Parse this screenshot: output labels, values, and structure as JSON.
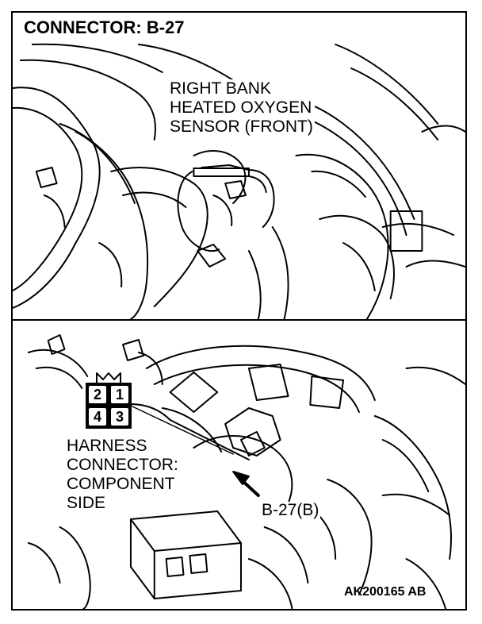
{
  "connector_title": "CONNECTOR: B-27",
  "sensor_label": [
    "RIGHT BANK",
    "HEATED OXYGEN",
    "SENSOR (FRONT)"
  ],
  "connector_pins": [
    "2",
    "1",
    "4",
    "3"
  ],
  "harness_label": [
    "HARNESS",
    "CONNECTOR:",
    "COMPONENT",
    "SIDE"
  ],
  "callout_label": "B-27(B)",
  "figure_id": "AK200165 AB",
  "colors": {
    "line": "#000000",
    "background": "#ffffff"
  }
}
